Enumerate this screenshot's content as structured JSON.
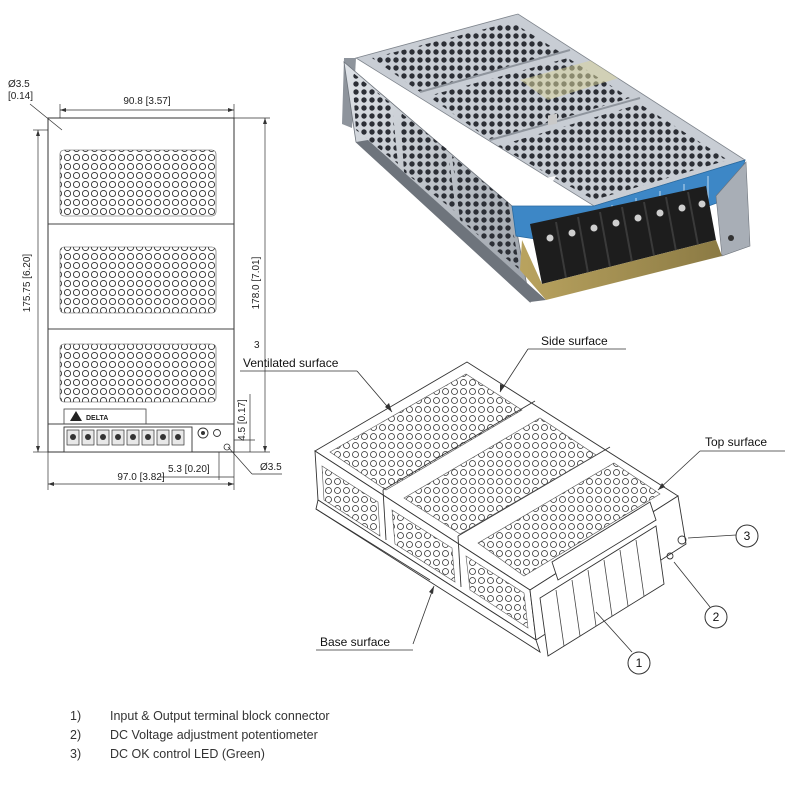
{
  "dimensions": {
    "hole_top": "Ø3.5",
    "hole_top_in": "[0.14]",
    "width_inner": "90.8 [3.57]",
    "height_left": "175.75 [6.20]",
    "height_right": "178.0 [7.01]",
    "offset_right": "4.5 [0.17]",
    "offset_bottom": "5.3 [0.20]",
    "hole_bottom": "Ø3.5",
    "width_outer": "97.0 [3.82]"
  },
  "front_view": {
    "brand": "DELTA"
  },
  "isometric": {
    "ref_mark": "3",
    "labels": {
      "ventilated": "Ventilated surface",
      "side": "Side surface",
      "top": "Top surface",
      "base": "Base surface"
    },
    "callouts": [
      "1",
      "2",
      "3"
    ]
  },
  "legend": [
    {
      "num": "1)",
      "text": "Input & Output terminal block connector"
    },
    {
      "num": "2)",
      "text": "DC Voltage adjustment potentiometer"
    },
    {
      "num": "3)",
      "text": "DC OK control LED (Green)"
    }
  ],
  "colors": {
    "photo_panel": "#3d87c6",
    "metal": "#b9bec6",
    "terminal": "#1d1d1d"
  }
}
